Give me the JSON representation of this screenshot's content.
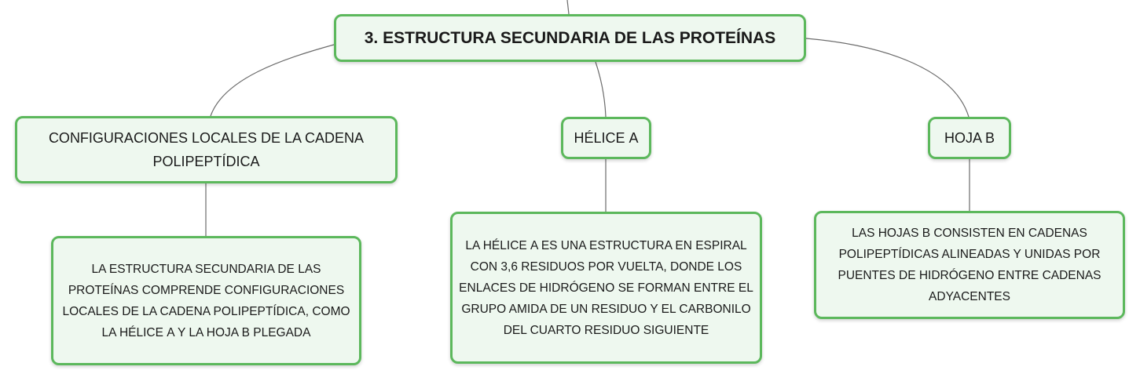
{
  "colors": {
    "node_fill": "#eef8ef",
    "node_border": "#5cb85c",
    "connector": "#6b6b6b"
  },
  "root": {
    "title": "3. ESTRUCTURA SECUNDARIA DE LAS PROTEÍNAS"
  },
  "branches": {
    "config": {
      "label": "CONFIGURACIONES LOCALES DE LA CADENA POLIPEPTÍDICA",
      "description": "LA ESTRUCTURA SECUNDARIA DE LAS PROTEÍNAS COMPRENDE CONFIGURACIONES LOCALES DE LA CADENA POLIPEPTÍDICA, COMO LA HÉLICE Α Y LA HOJA Β PLEGADA"
    },
    "helice": {
      "label": "HÉLICE Α",
      "description": "LA HÉLICE Α ES UNA ESTRUCTURA EN ESPIRAL CON 3,6 RESIDUOS POR VUELTA, DONDE LOS ENLACES DE HIDRÓGENO SE FORMAN ENTRE EL GRUPO AMIDA DE UN RESIDUO Y EL CARBONILO DEL CUARTO RESIDUO SIGUIENTE"
    },
    "hoja": {
      "label": "HOJA Β",
      "description": "LAS HOJAS Β CONSISTEN EN CADENAS POLIPEPTÍDICAS ALINEADAS Y UNIDAS POR PUENTES DE HIDRÓGENO ENTRE CADENAS ADYACENTES"
    }
  }
}
